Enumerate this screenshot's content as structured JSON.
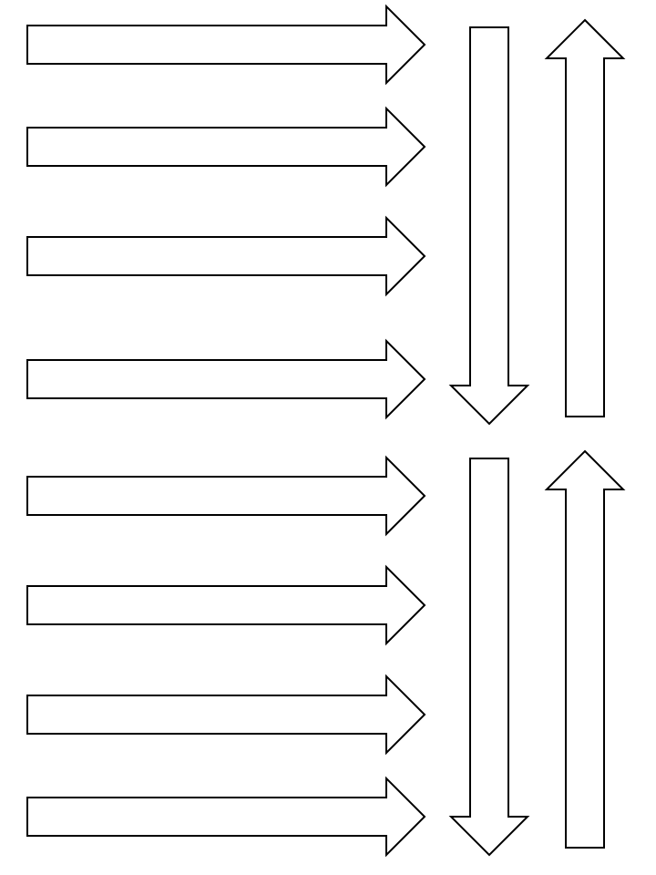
{
  "colors": {
    "background": "#ffffff",
    "stroke": "#000000",
    "fill": "#ffffff"
  },
  "diagram": {
    "shape": "block-arrow-outline",
    "groups": [
      {
        "right_arrows": 4,
        "down_arrows": 1,
        "up_arrows": 1
      },
      {
        "right_arrows": 4,
        "down_arrows": 1,
        "up_arrows": 1
      }
    ]
  }
}
